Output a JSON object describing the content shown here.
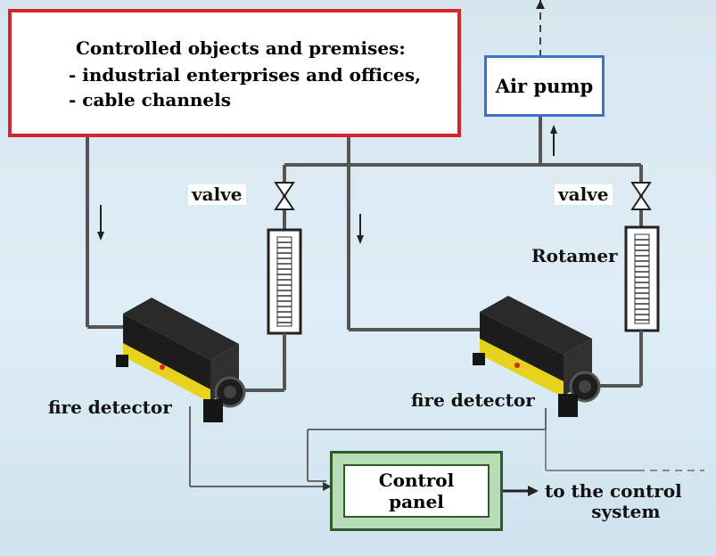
{
  "objects": {
    "title": "Controlled objects and premises:",
    "items": [
      "- industrial enterprises and offices,",
      "- cable channels"
    ]
  },
  "pump": {
    "label": "Air pump"
  },
  "valve_left": {
    "label": "valve"
  },
  "valve_right": {
    "label": "valve"
  },
  "rotamer": {
    "label": "Rotamer"
  },
  "detector_left": {
    "label": "fire detector"
  },
  "detector_right": {
    "label": "fire detector"
  },
  "control_panel": {
    "label_line1": "Control",
    "label_line2": "panel"
  },
  "output": {
    "label_line1": "to the control",
    "label_line2": "system"
  },
  "colors": {
    "background": "#dfeef6",
    "objects_border": "#d7262b",
    "pump_border": "#3b74c9",
    "control_fill": "#b7ddb7",
    "pipe": "#2c2c2c",
    "detector_body": "#1e1e1e",
    "detector_stripe": "#e7d21d"
  }
}
